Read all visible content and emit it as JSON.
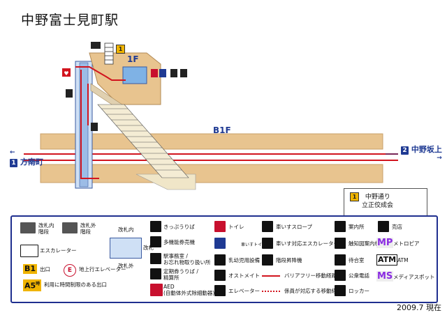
{
  "title": "中野富士見町駅",
  "floors": {
    "f1": "1F",
    "b1": "B1F"
  },
  "directions": {
    "east": {
      "num": "2",
      "label": "中野坂上",
      "arrow": "→"
    },
    "west": {
      "num": "1",
      "label": "方南町",
      "arrow": "←"
    }
  },
  "exit": {
    "num": "1",
    "line1": "中野通り",
    "line2": "立正佼成会"
  },
  "top_exit_num": "1",
  "legend": {
    "stairs_in": "改札内\n階段",
    "stairs_out": "改札外\n階段",
    "escalator": "エスカレーター",
    "in_gate": "改札内",
    "gate": "改札",
    "out_gate": "改札外",
    "exit_code": "B1",
    "exit_label": "出口",
    "elev_code": "E",
    "elev_label": "地上行エレベーター",
    "a5_code": "A5",
    "a5_sup": "時",
    "a5_label": "利用に時間制限のある出口",
    "ticket": "きっぷうりば",
    "multi_ticket": "多機能券売機",
    "office": "駅事務室 /\nお忘れ物取り扱い所",
    "season": "定期券うりば /\n精算所",
    "aed": "AED\n(自動体外式除細動器)",
    "toilet": "トイレ",
    "wc_toilet": "車いすトイレ",
    "baby": "乳幼児用設備",
    "ostomate": "オストメイト",
    "elevator": "エレベーター",
    "slope": "車いすスロープ",
    "wc_escalator": "車いす対応エスカレーター",
    "stair_lift": "階段昇降機",
    "barrier_free": "バリアフリー移動経路",
    "staff_route": "係員が対応する移動経路",
    "info": "案内所",
    "braille": "触知図案内板",
    "waiting": "待合室",
    "phone": "公衆電話",
    "locker": "ロッカー",
    "shop": "売店",
    "mp_code": "MP",
    "mp_label": "メトロピア",
    "atm_code": "ATM",
    "atm_label": "ATM",
    "ms_code": "MS",
    "ms_label": "メディアスポット"
  },
  "date": "2009.7 現在",
  "colors": {
    "accent_blue": "#1f3a93",
    "route_red": "#d2141e",
    "floor_tan": "#e8c48f",
    "badge_yellow": "#f0b400"
  }
}
